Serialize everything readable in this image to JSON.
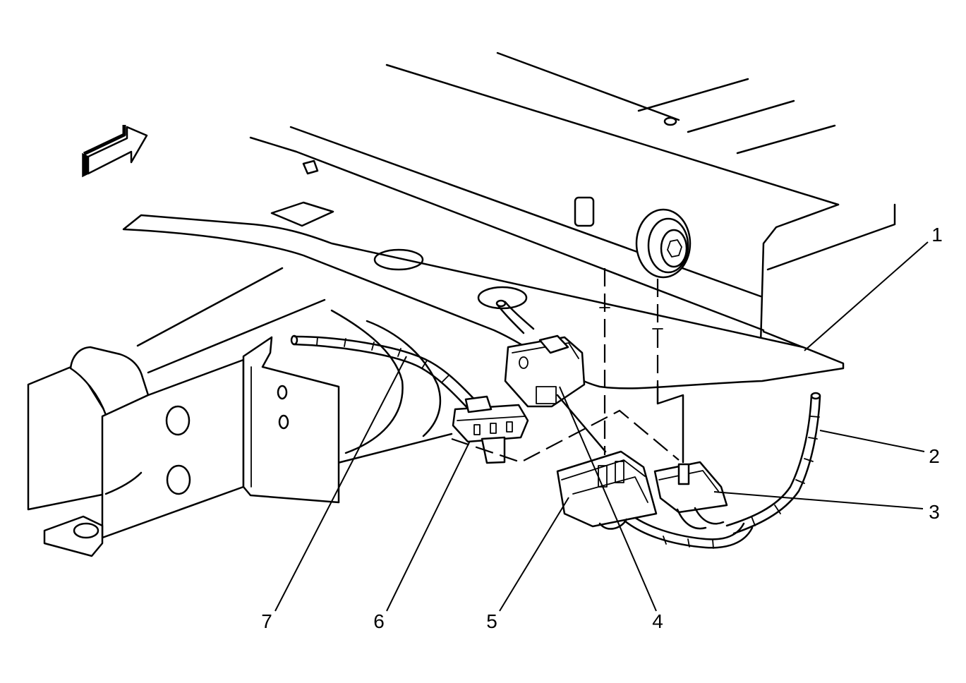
{
  "figure": {
    "callouts": [
      "1",
      "2",
      "3",
      "4",
      "5",
      "6",
      "7"
    ]
  },
  "icons": {
    "orientation": "direction-arrow-icon"
  },
  "colors": {
    "line": "#000000",
    "background": "#ffffff"
  }
}
